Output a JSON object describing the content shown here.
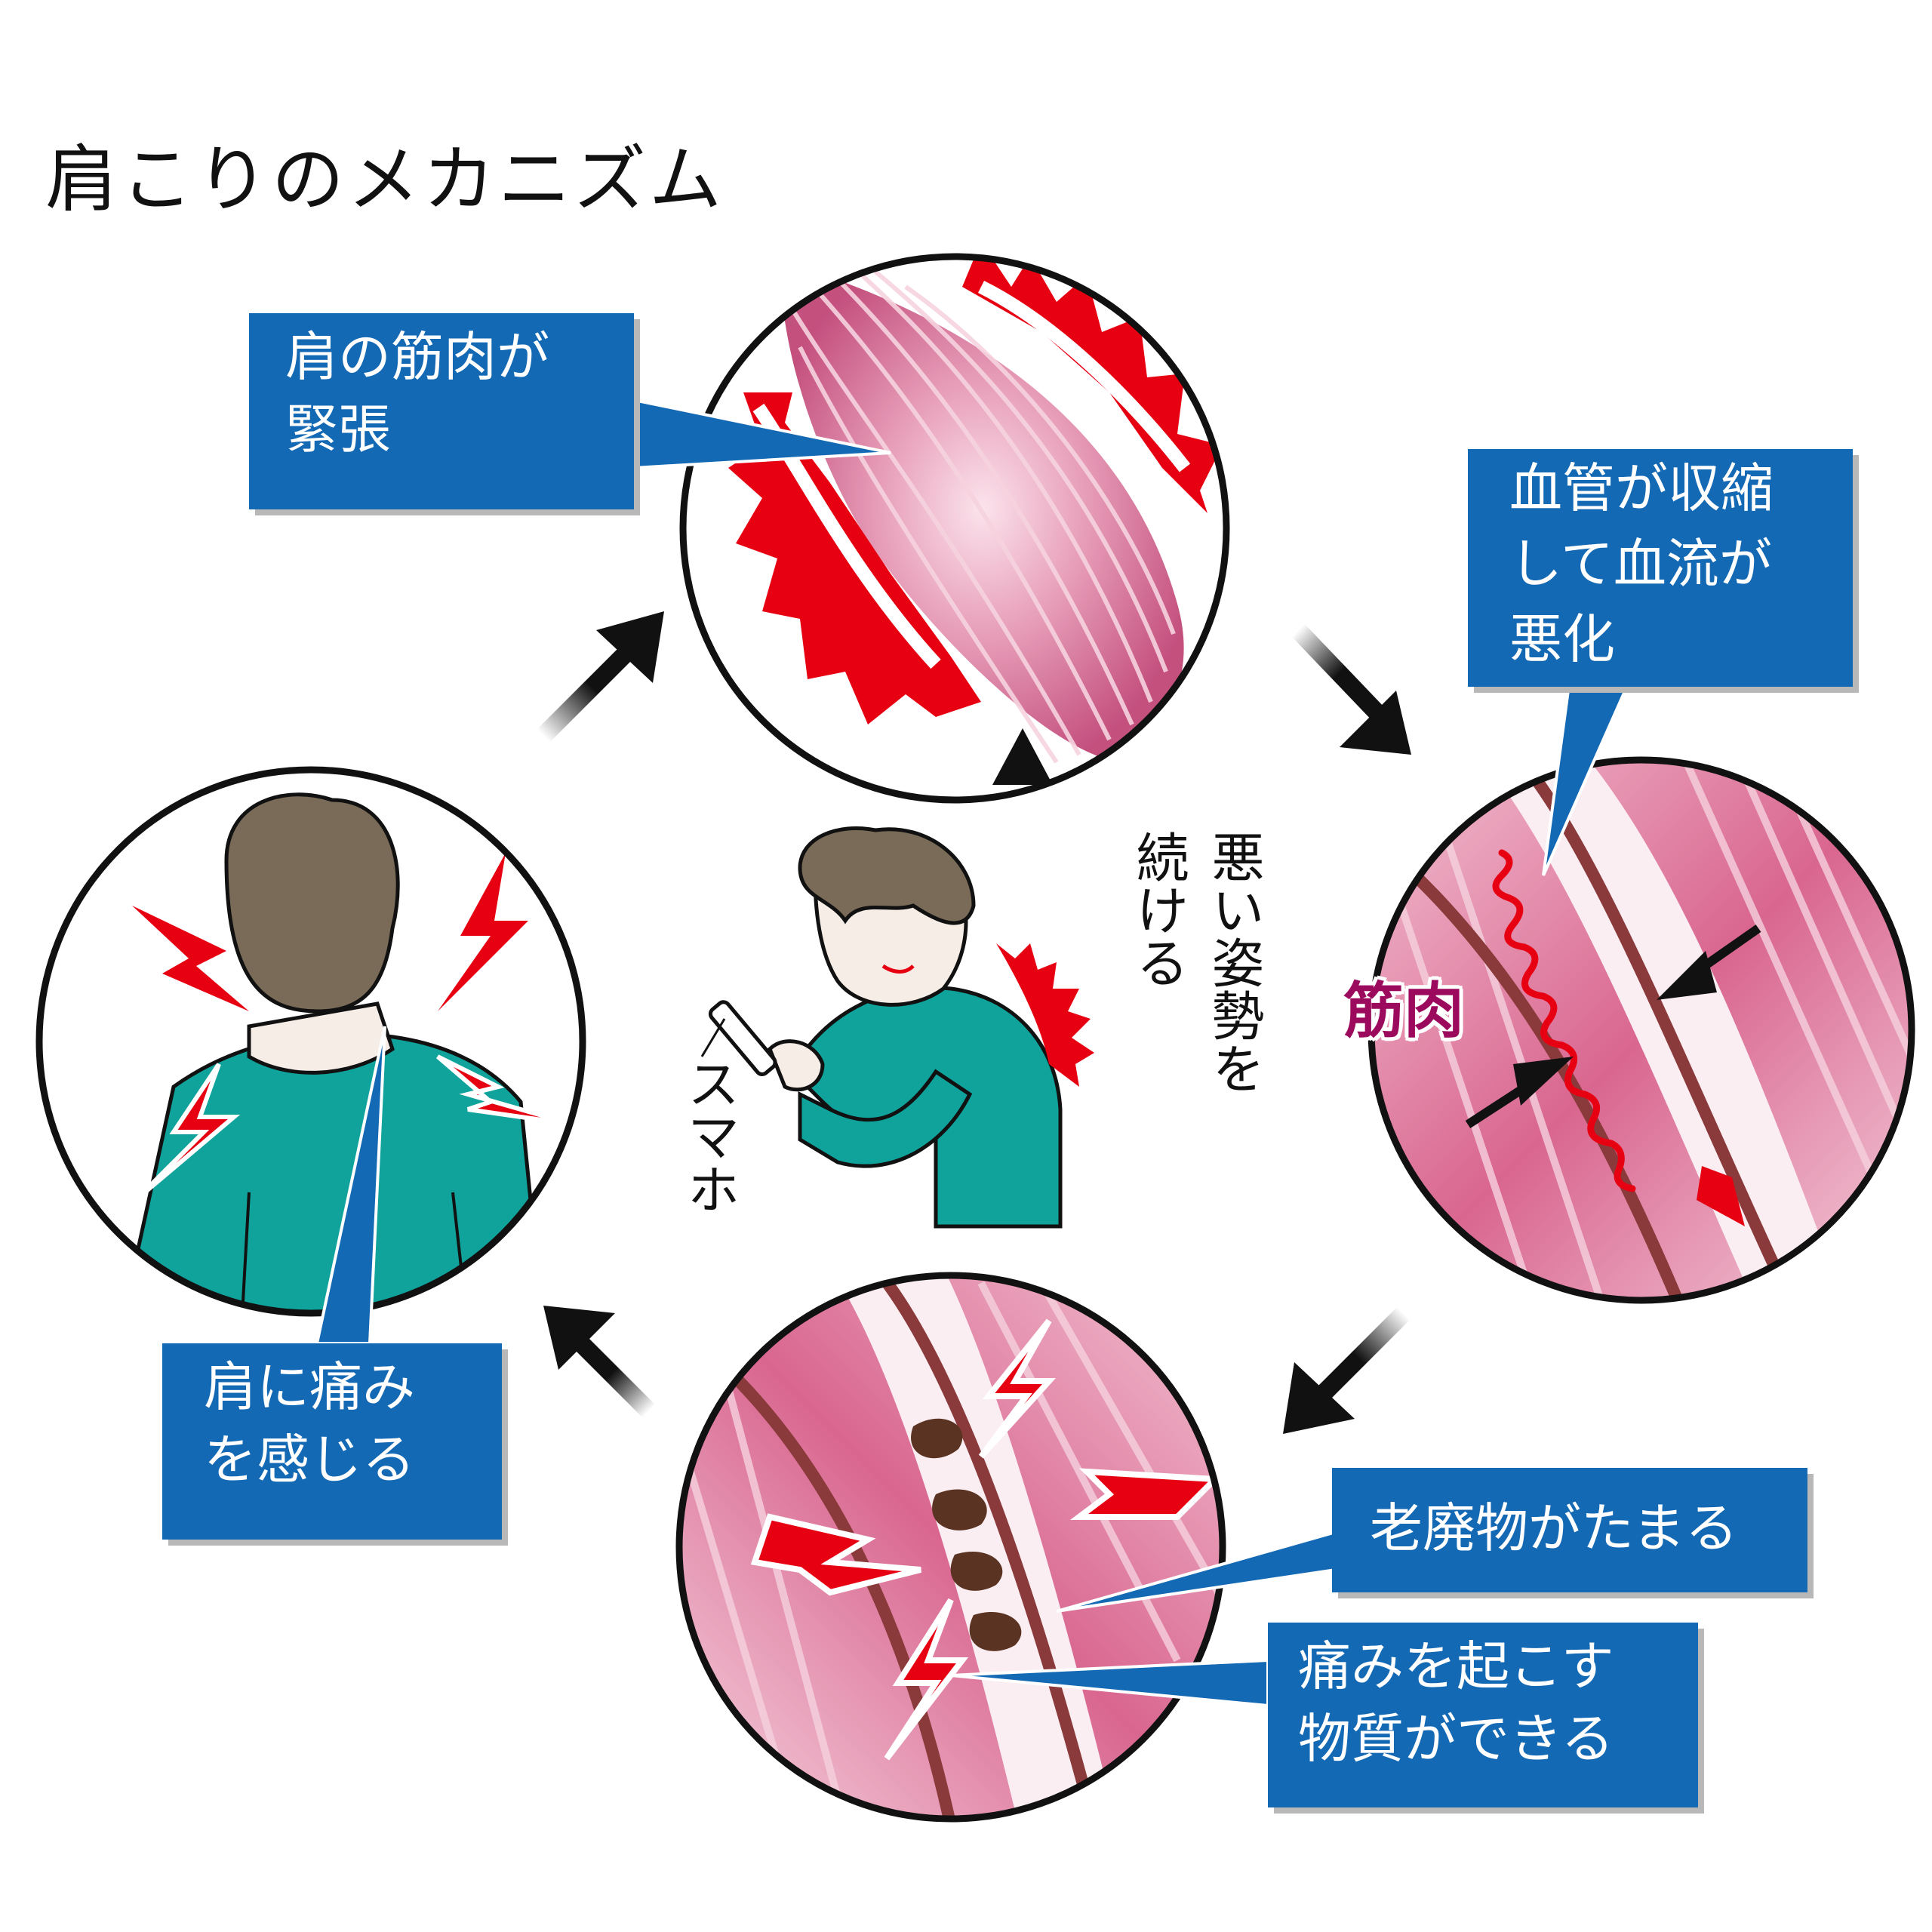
{
  "title": "肩こりのメカニズム",
  "callouts": {
    "tension": [
      "肩の筋肉が",
      "緊張"
    ],
    "blood": [
      "血管が収縮",
      "して血流が",
      "悪化"
    ],
    "waste": [
      "老廃物がたまる"
    ],
    "pain_substance": [
      "痛みを起こす",
      "物質ができる"
    ],
    "feel_pain": [
      "肩に痛み",
      "を感じる"
    ]
  },
  "labels": {
    "posture": [
      "悪い姿勢を",
      "続ける"
    ],
    "phone": "スマホ",
    "muscle": "筋肉"
  },
  "colors": {
    "callout_bg": "#1469b4",
    "alert_red": "#e60012",
    "muscle_pink": "#d9668f",
    "shirt_teal": "#10a39b",
    "hair_brown": "#7a6b58",
    "vessel_brown": "#8a3a3a"
  }
}
